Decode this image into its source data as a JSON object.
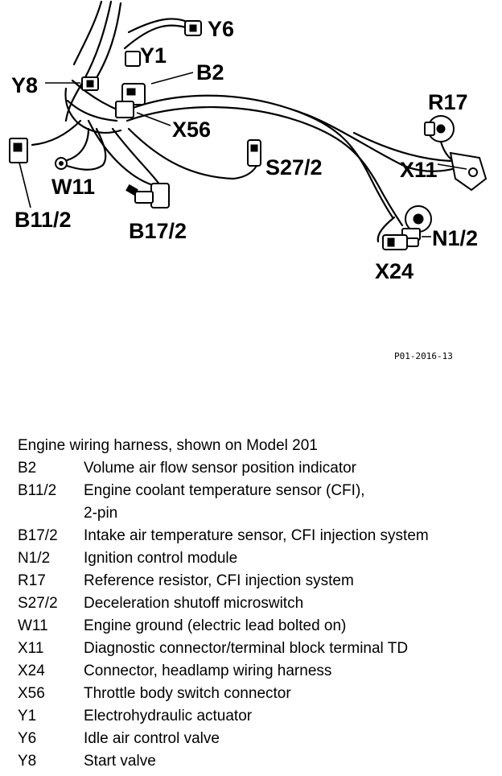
{
  "diagram": {
    "labels": {
      "y6": "Y6",
      "y1": "Y1",
      "b2": "B2",
      "y8": "Y8",
      "x56": "X56",
      "r17": "R17",
      "s27_2": "S27/2",
      "x11": "X11",
      "w11": "W11",
      "b11_2": "B11/2",
      "b17_2": "B17/2",
      "n1_2": "N1/2",
      "x24": "X24"
    },
    "figure_ref": "P01-2016-13"
  },
  "legend": {
    "title": "Engine wiring harness, shown on Model 201",
    "items": [
      {
        "code": "B2",
        "desc": "Volume air flow sensor position indicator"
      },
      {
        "code": "B11/2",
        "desc": "Engine coolant temperature sensor (CFI),"
      },
      {
        "code": "",
        "desc": "2-pin"
      },
      {
        "code": "B17/2",
        "desc": "Intake air temperature sensor, CFI injection system"
      },
      {
        "code": "N1/2",
        "desc": "Ignition control module"
      },
      {
        "code": "R17",
        "desc": "Reference resistor, CFI injection system"
      },
      {
        "code": "S27/2",
        "desc": "Deceleration shutoff microswitch"
      },
      {
        "code": "W11",
        "desc": "Engine ground (electric lead bolted on)"
      },
      {
        "code": "X11",
        "desc": "Diagnostic connector/terminal block terminal TD"
      },
      {
        "code": "X24",
        "desc": "Connector, headlamp wiring harness"
      },
      {
        "code": "X56",
        "desc": "Throttle body switch connector"
      },
      {
        "code": "Y1",
        "desc": "Electrohydraulic actuator"
      },
      {
        "code": "Y6",
        "desc": "Idle air control valve"
      },
      {
        "code": "Y8",
        "desc": "Start valve"
      }
    ]
  }
}
